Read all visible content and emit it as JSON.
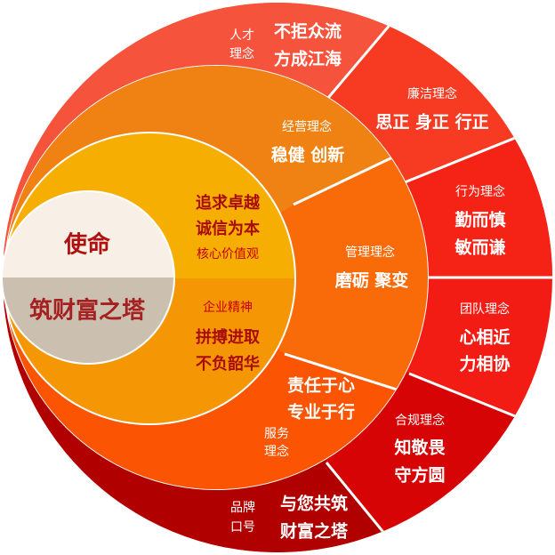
{
  "colors": {
    "talent": "#F5533C",
    "integrity": "#F73A22",
    "behavior": "#F52316",
    "team": "#F21C14",
    "compliance": "#D60404",
    "brand": "#B00000",
    "operation": "#EF8212",
    "management": "#F96A08",
    "service": "#FB5402",
    "core_values": "#F6AE02",
    "spirit": "#F59605",
    "mission": "#F8F0E6",
    "tower": "#CBBFB0"
  },
  "outer_ring": {
    "talent": {
      "label": [
        "人才",
        "理念"
      ],
      "motto": [
        "不拒众流",
        "方成江海"
      ]
    },
    "integrity": {
      "label": "廉洁理念",
      "motto": "思正 身正 行正"
    },
    "behavior": {
      "label": "行为理念",
      "motto": [
        "勤而慎",
        "敏而谦"
      ]
    },
    "team": {
      "label": "团队理念",
      "motto": [
        "心相近",
        "力相协"
      ]
    },
    "compliance": {
      "label": "合规理念",
      "motto": [
        "知敬畏",
        "守方圆"
      ]
    },
    "brand": {
      "label": [
        "品牌",
        "口号"
      ],
      "motto": [
        "与您共筑",
        "财富之塔"
      ]
    }
  },
  "middle_ring": {
    "operation": {
      "label": "经营理念",
      "motto": "稳健 创新"
    },
    "management": {
      "label": "管理理念",
      "motto": "磨砺 聚变"
    },
    "service": {
      "label": [
        "服务",
        "理念"
      ],
      "motto": [
        "责任于心",
        "专业于行"
      ]
    }
  },
  "inner_ring": {
    "core_values": {
      "motto": [
        "追求卓越",
        "诚信为本"
      ],
      "label": "核心价值观"
    },
    "spirit": {
      "label": "企业精神",
      "motto": [
        "拼搏进取",
        "不负韶华"
      ]
    }
  },
  "core": {
    "mission": "使命",
    "tower": "筑财富之塔"
  }
}
